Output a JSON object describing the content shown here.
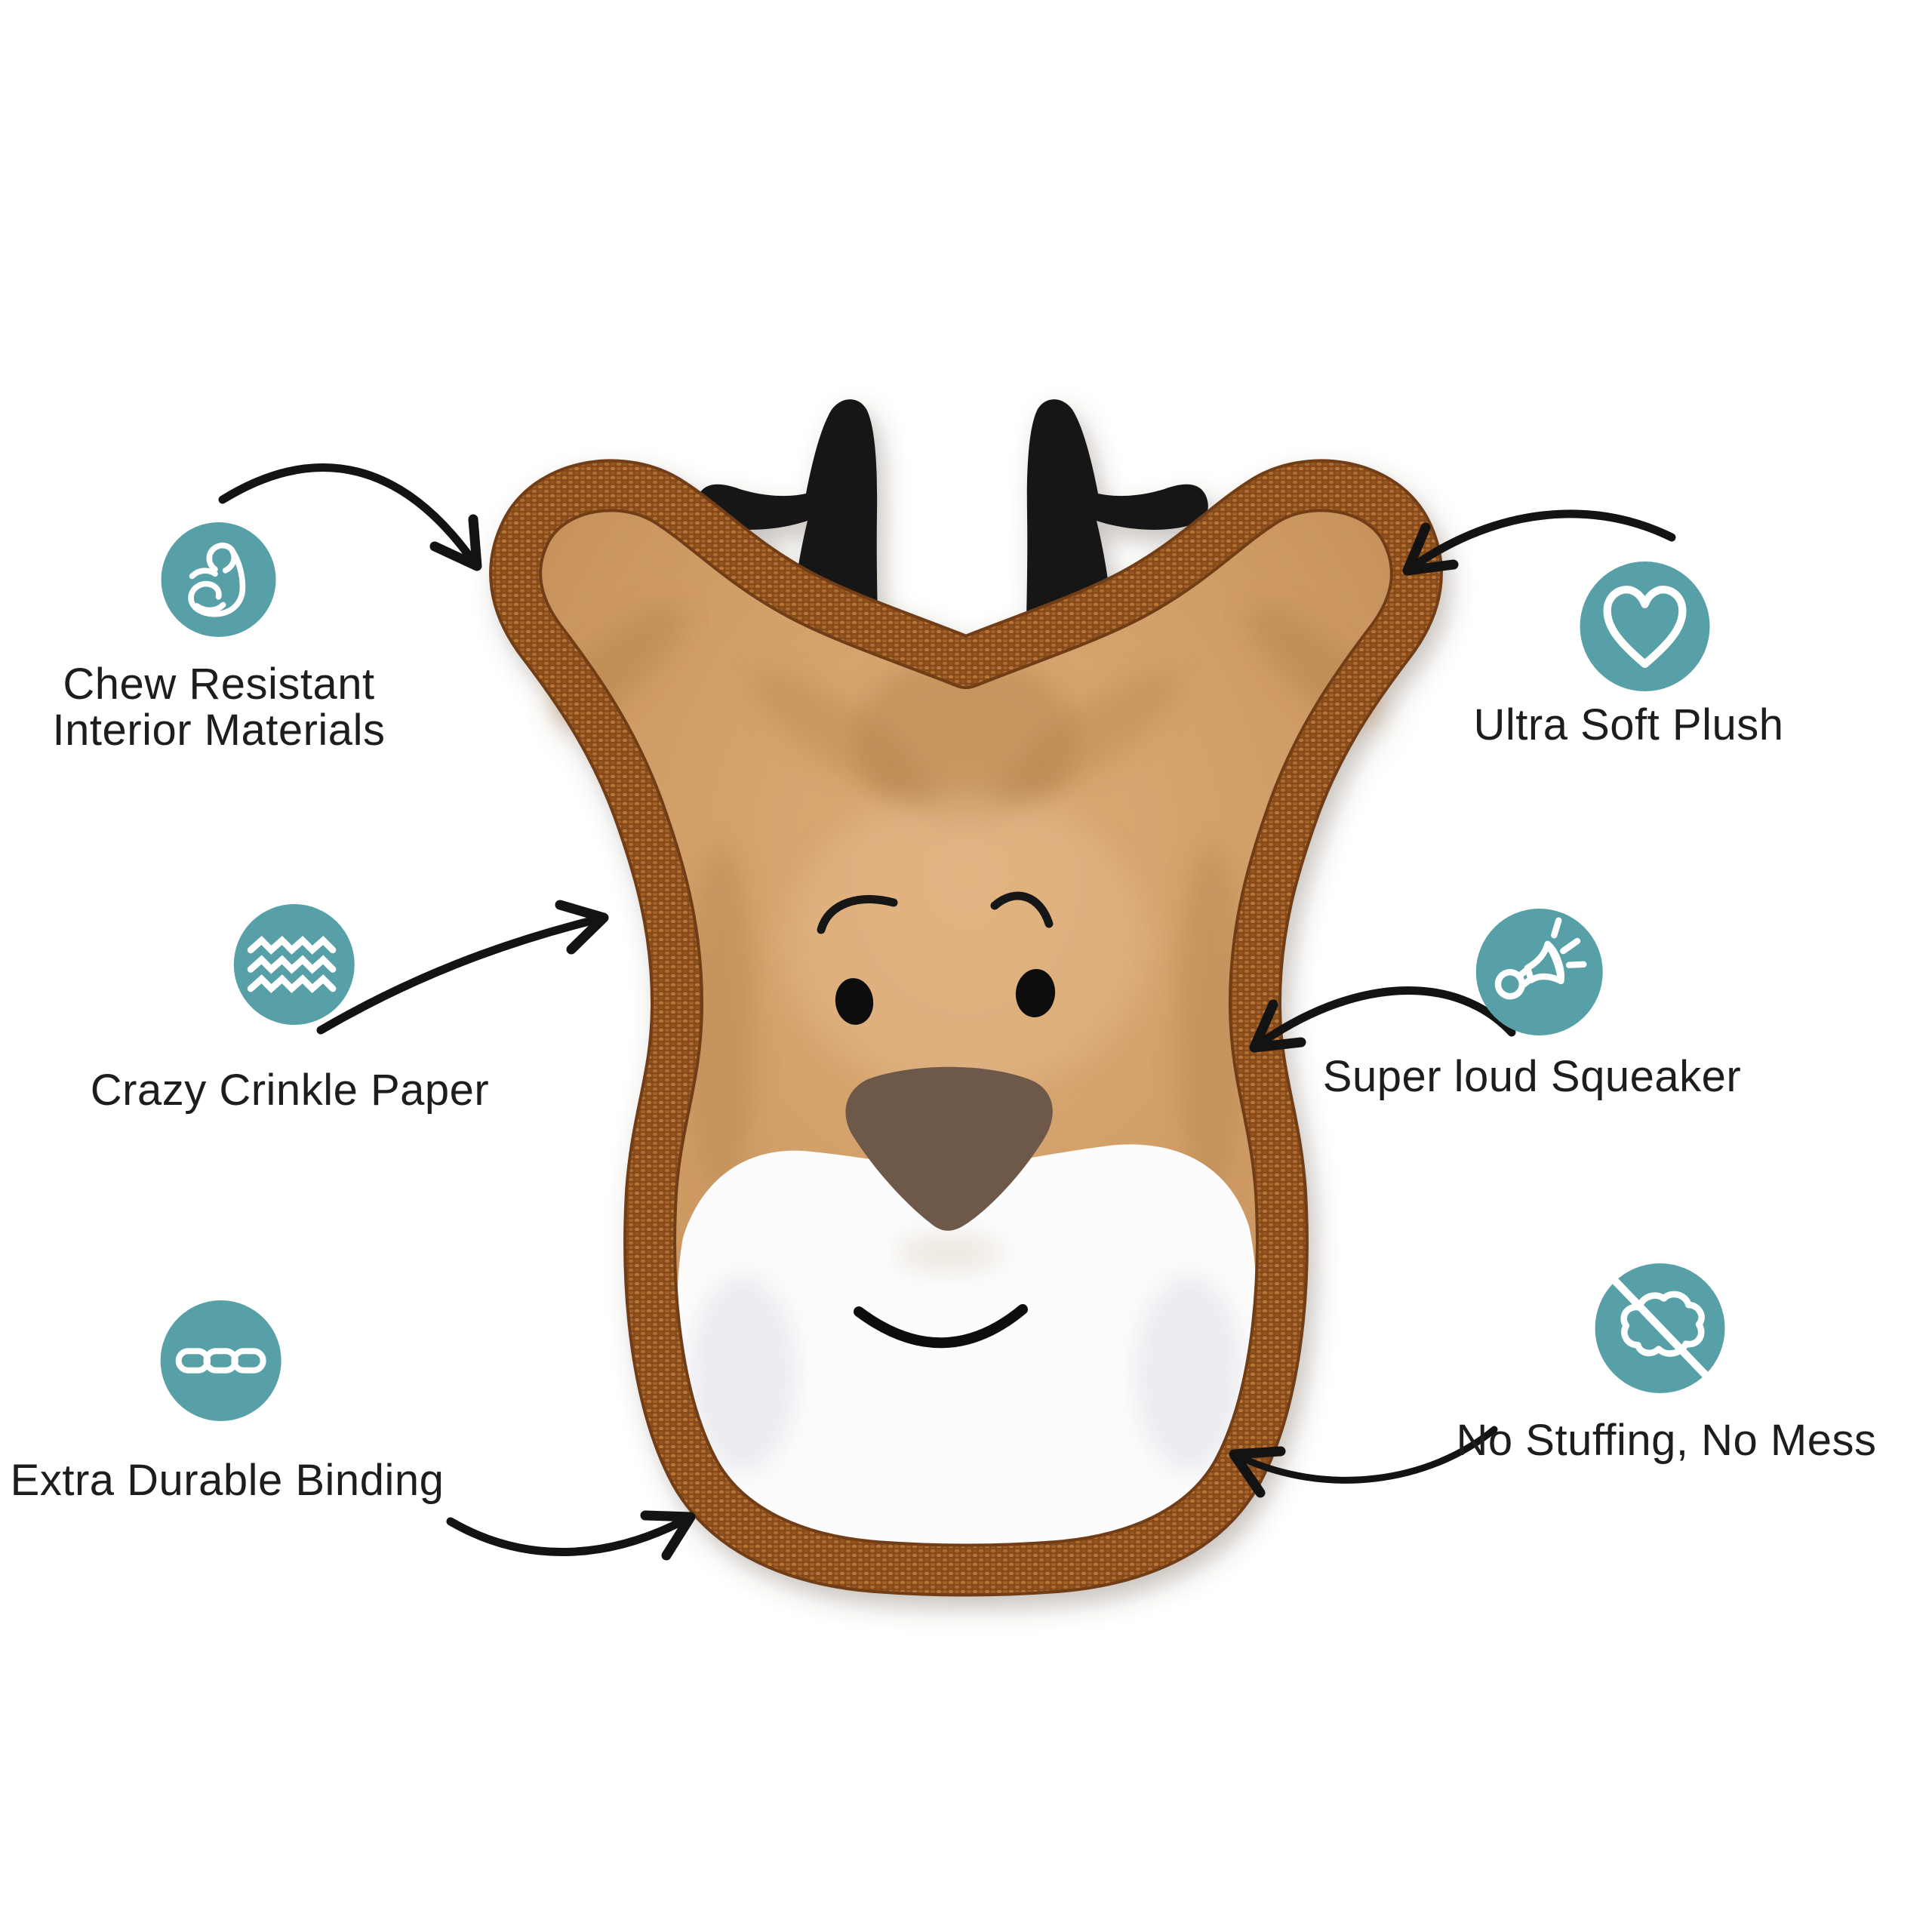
{
  "page": {
    "background_color": "#ffffff"
  },
  "palette": {
    "accent_teal": "#57a0a7",
    "icon_glyph_white": "#ffffff",
    "label_text": "#1d1d1d",
    "arrow_black": "#131313",
    "plush_tan": "#cf9a64",
    "binding_brown": "#9a5a24",
    "antler_black": "#171717",
    "nose_brown": "#6d5848",
    "muzzle_white": "#fcfcfd"
  },
  "callouts": {
    "chew_resistant": {
      "icon": "muscle-arm-icon",
      "lines": [
        "Chew Resistant",
        "Interior Materials"
      ]
    },
    "crinkle_paper": {
      "icon": "crinkle-waves-icon",
      "lines": [
        "Crazy Crinkle Paper"
      ]
    },
    "durable_binding": {
      "icon": "chain-links-icon",
      "lines": [
        "Extra Durable Binding"
      ]
    },
    "soft_plush": {
      "icon": "heart-icon",
      "lines": [
        "Ultra Soft Plush"
      ]
    },
    "loud_squeaker": {
      "icon": "squeaker-horn-icon",
      "lines": [
        "Super loud Squeaker"
      ]
    },
    "no_stuffing": {
      "icon": "no-stuffing-cloud-icon",
      "lines": [
        "No Stuffing, No Mess"
      ]
    }
  }
}
